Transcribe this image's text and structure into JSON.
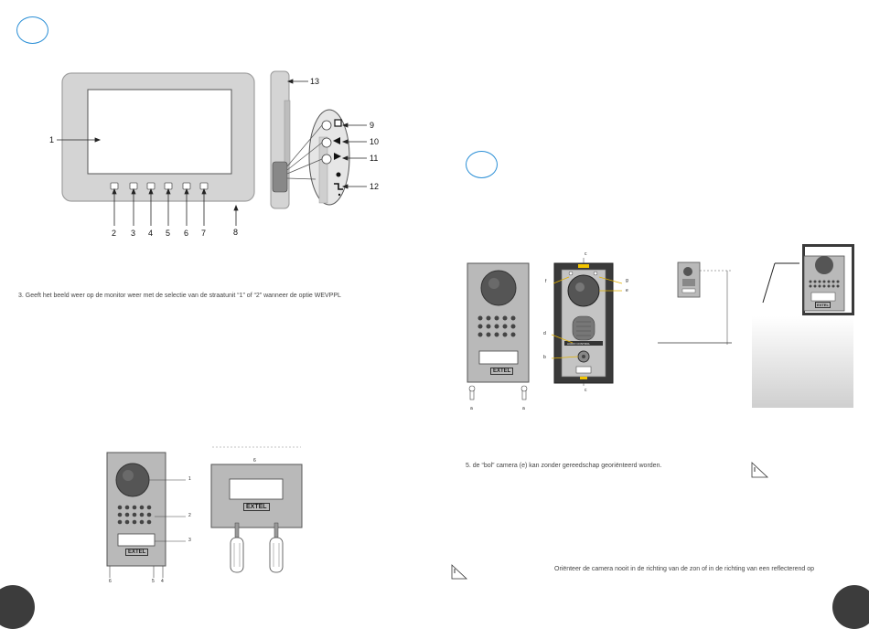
{
  "left_page": {
    "monitor_callouts": [
      "1",
      "2",
      "3",
      "4",
      "5",
      "6",
      "7",
      "8",
      "9",
      "10",
      "11",
      "12",
      "13"
    ],
    "instruction_text": "3. Geeft het beeld weer op de monitor weer met de selectie van de straatunit “1” of “2” wanneer de optie WEVPPL",
    "door_unit_callouts": [
      "1",
      "2",
      "3",
      "6",
      "5",
      "4"
    ],
    "plate_callout": "6",
    "brand_label": "EXTEL"
  },
  "right_page": {
    "camera_callouts": {
      "c_top": "c",
      "f": "f",
      "g": "g",
      "e": "e",
      "d": "d",
      "b": "b",
      "c_bottom": "c"
    },
    "screw_labels": [
      "a",
      "a"
    ],
    "audio_label": "AUDIO CONTROL",
    "step5_text": "5. de “bol” camera (e) kan zonder gereedschap georiënteerd worden.",
    "warning_text": "Oriënteer de camera nooit in de richting van de zon of in de richting van een reflecterend op",
    "brand_label": "EXTEL"
  },
  "colors": {
    "accent_blue": "#2b8fd6",
    "page_dot": "#3c3c3c",
    "panel_gray": "#bdbdbd",
    "bezel": "#d9d9d9"
  }
}
